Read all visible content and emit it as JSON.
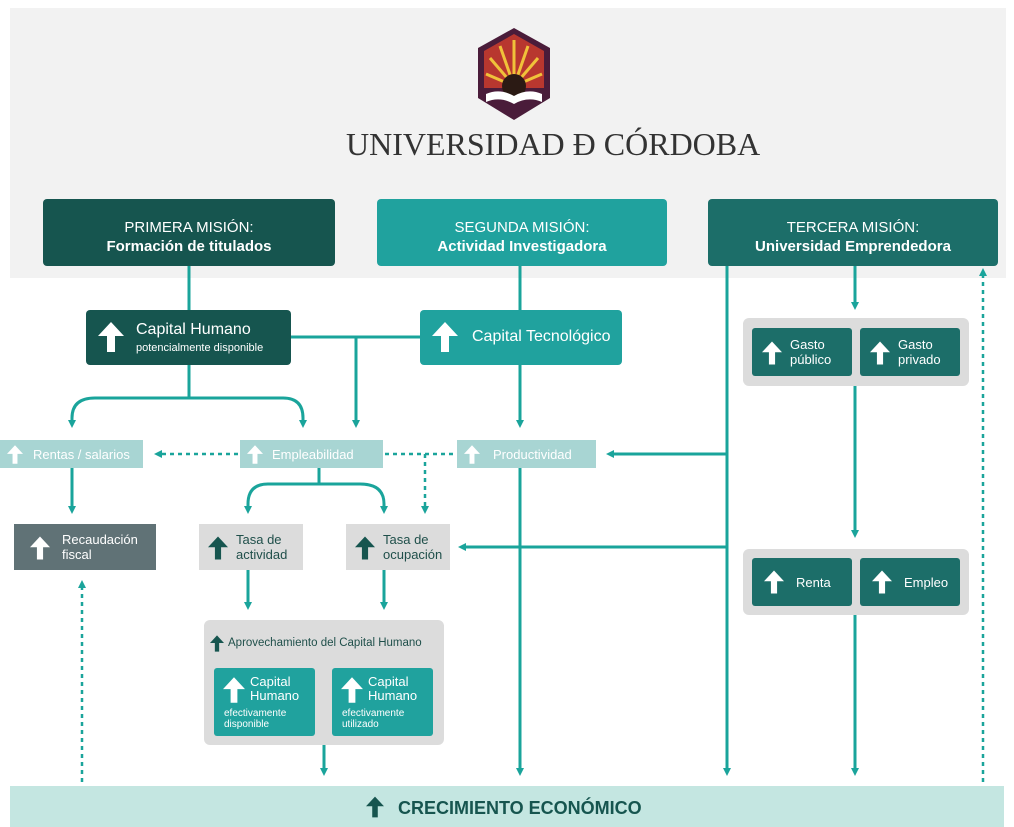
{
  "university": {
    "name": "UNIVERSIDAD Ð CÓRDOBA",
    "logo_icon": "university-crest-icon"
  },
  "missions": {
    "first": {
      "line1": "PRIMERA MISIÓN:",
      "line2": "Formación de titulados"
    },
    "second": {
      "line1": "SEGUNDA MISIÓN:",
      "line2": "Actividad Investigadora"
    },
    "third": {
      "line1": "TERCERA MISIÓN:",
      "line2": "Universidad Emprendedora"
    }
  },
  "nodes": {
    "capital_humano": {
      "title": "Capital Humano",
      "subtitle": "potencialmente disponible"
    },
    "capital_tecnologico": "Capital Tecnológico",
    "gasto_publico": [
      "Gasto",
      "público"
    ],
    "gasto_privado": [
      "Gasto",
      "privado"
    ],
    "rentas_salarios": "Rentas / salarios",
    "empleabilidad": "Empleabilidad",
    "productividad": "Productividad",
    "recaudacion": [
      "Recaudación",
      "fiscal"
    ],
    "tasa_actividad": [
      "Tasa de",
      "actividad"
    ],
    "tasa_ocupacion": [
      "Tasa de",
      "ocupación"
    ],
    "renta": "Renta",
    "empleo": "Empleo",
    "aprovechamiento": "Aprovechamiento del Capital Humano",
    "ch_disponible": {
      "title": [
        "Capital",
        "Humano"
      ],
      "sub": [
        "efectivamente",
        "disponible"
      ]
    },
    "ch_utilizado": {
      "title": [
        "Capital",
        "Humano"
      ],
      "sub": [
        "efectivamente",
        "utilizado"
      ]
    }
  },
  "footer": {
    "label": "CRECIMIENTO ECONÓMICO"
  },
  "icons": {
    "increase": "up-arrow-icon"
  },
  "colors": {
    "dark": "#16554f",
    "mid": "#1c6e69",
    "teal": "#20a29e",
    "light": "#a8d5d3",
    "slate": "#607276",
    "grey": "#dcdcdc",
    "connector": "#1aa49b",
    "band_top": "#f2f2f2",
    "band_bottom": "#c4e6e1"
  }
}
